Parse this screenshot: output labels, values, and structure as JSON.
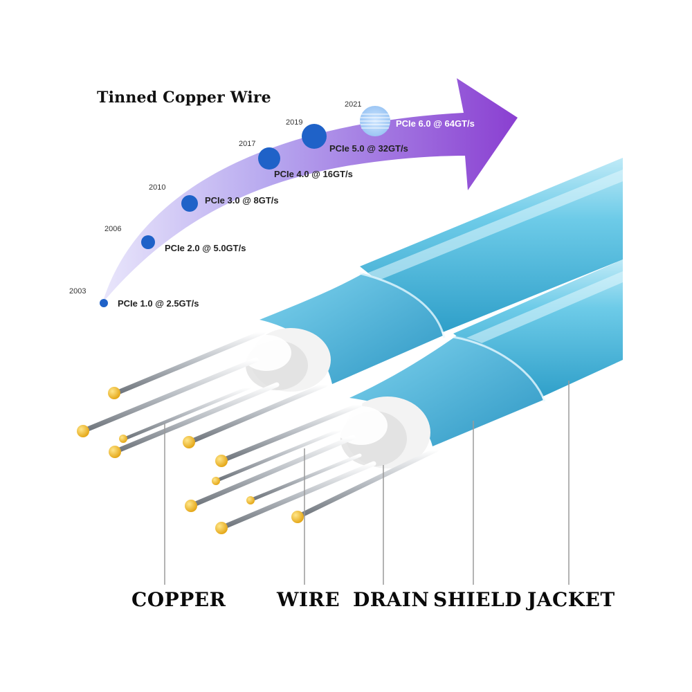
{
  "title": "Tinned Copper Wire",
  "timeline": [
    {
      "year": "2003",
      "label": "PCIe 1.0 @ 2.5GT/s"
    },
    {
      "year": "2006",
      "label": "PCIe 2.0 @ 5.0GT/s"
    },
    {
      "year": "2010",
      "label": "PCIe 3.0 @ 8GT/s"
    },
    {
      "year": "2017",
      "label": "PCIe 4.0 @ 16GT/s"
    },
    {
      "year": "2019",
      "label": "PCIe 5.0 @ 32GT/s"
    },
    {
      "year": "2021",
      "label": "PCIe 6.0 @ 64GT/s"
    }
  ],
  "parts": [
    "COPPER",
    "WIRE",
    "DRAIN",
    "SHIELD",
    "JACKET"
  ],
  "colors": {
    "arrow_start": "#c9c2f2",
    "arrow_end": "#8a3fd1",
    "milestone_dot": "#1f62c8",
    "jacket": "#5ec4e4",
    "shield": "#3aa9d6",
    "conductor_tip": "#f2b91d",
    "leader_line": "#9a9a9a"
  }
}
